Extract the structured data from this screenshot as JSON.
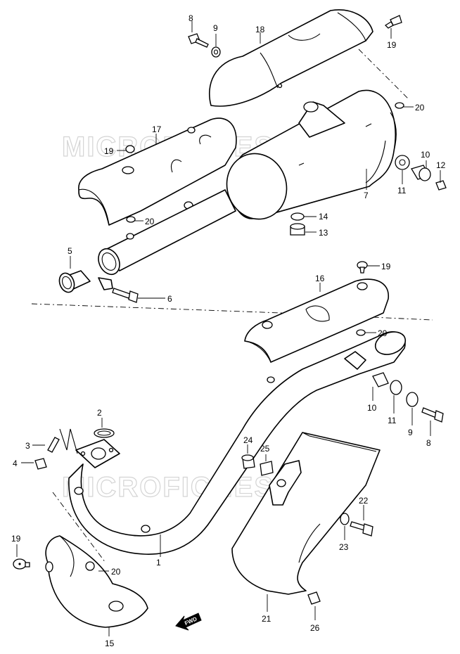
{
  "watermark": "MICROFICHES.NET",
  "fwd_label": "FWD",
  "callouts": {
    "c1": "1",
    "c2": "2",
    "c3": "3",
    "c4": "4",
    "c5": "5",
    "c6": "6",
    "c7": "7",
    "c8a": "8",
    "c8b": "8",
    "c9a": "9",
    "c9b": "9",
    "c10a": "10",
    "c10b": "10",
    "c11a": "11",
    "c11b": "11",
    "c12": "12",
    "c13": "13",
    "c14": "14",
    "c15": "15",
    "c16": "16",
    "c17": "17",
    "c18": "18",
    "c19a": "19",
    "c19b": "19",
    "c19c": "19",
    "c19d": "19",
    "c20a": "20",
    "c20b": "20",
    "c20c": "20",
    "c20d": "20",
    "c21": "21",
    "c22": "22",
    "c23": "23",
    "c24": "24",
    "c25": "25",
    "c26": "26"
  }
}
